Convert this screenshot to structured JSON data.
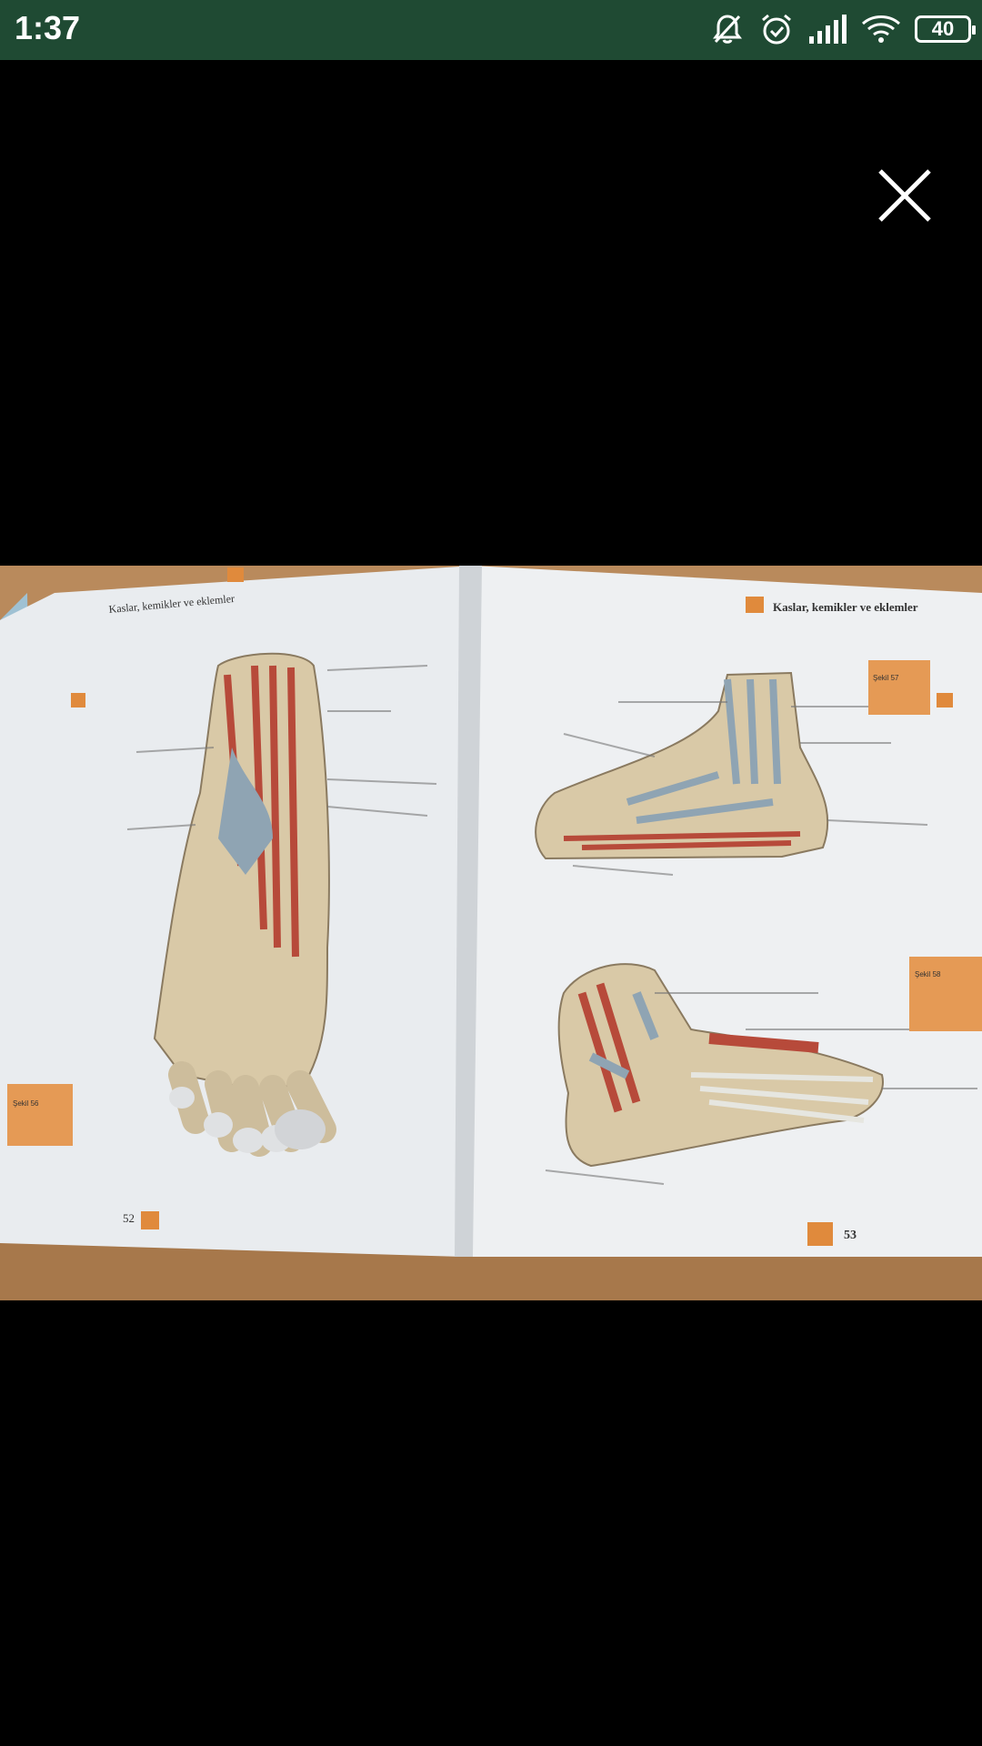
{
  "status": {
    "time": "1:37",
    "battery": "40",
    "icons": [
      "notifications-off-icon",
      "alarm-icon",
      "signal-icon",
      "wifi-icon",
      "battery-icon"
    ]
  },
  "viewer": {
    "close_icon": "close-icon"
  },
  "book": {
    "left_header": "Kaslar, kemikler ve eklemler",
    "right_header": "Kaslar, kemikler ve eklemler",
    "left_page_number": "52",
    "right_page_number": "53",
    "fig56": "Şekil 56",
    "fig57": "Şekil 57",
    "fig58": "Şekil 58"
  },
  "colors": {
    "status_bar": "#1f4a33",
    "background": "#000000",
    "accent_orange": "#e08a3c"
  }
}
